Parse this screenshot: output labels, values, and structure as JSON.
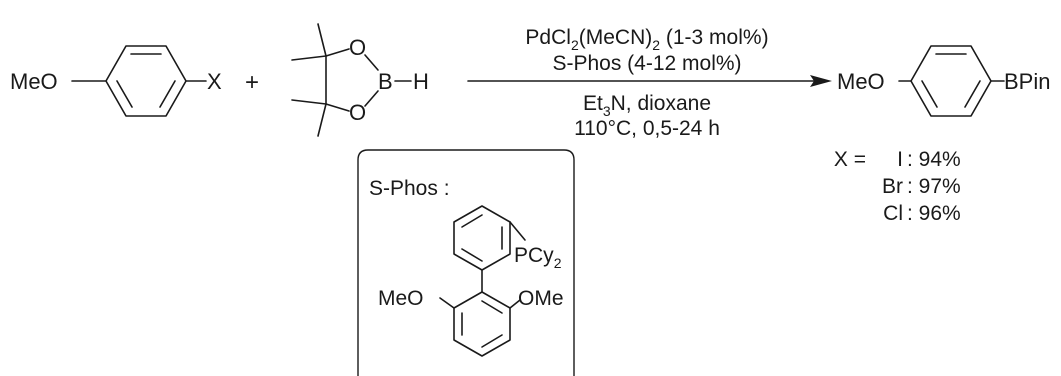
{
  "reactant": {
    "substituent": "MeO",
    "leaving_group": "X"
  },
  "plus": "+",
  "hborane": {
    "oxygen": "O",
    "boron": "B",
    "hydrogen": "H"
  },
  "conditions": {
    "catalyst_pre": "PdCl",
    "catalyst_sub": "2",
    "catalyst_post": "(MeCN)",
    "catalyst_post_sub": "2",
    "catalyst_load": " (1-3 mol%)",
    "ligand": "S-Phos (4-12 mol%)",
    "base_pre": "Et",
    "base_sub": "3",
    "base_post": "N, dioxane",
    "temp_time": "110°C, 0,5-24 h"
  },
  "product": {
    "substituent": "MeO",
    "group": "BPin"
  },
  "yields": {
    "prefix": "X =",
    "rows": [
      {
        "halide": "I",
        "value": ": 94%"
      },
      {
        "halide": "Br",
        "value": ": 97%"
      },
      {
        "halide": "Cl",
        "value": ": 96%"
      }
    ]
  },
  "sphos": {
    "title": "S-Phos :",
    "phosphine": "PCy",
    "phosphine_sub": "2",
    "left_ome": "MeO",
    "right_ome": "OMe"
  }
}
